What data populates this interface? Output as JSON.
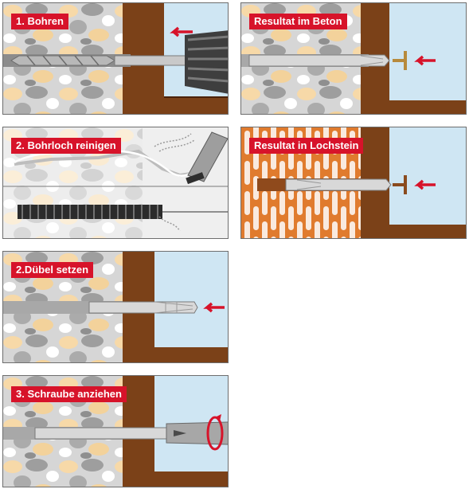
{
  "panels": {
    "bohren": {
      "label": "1. Bohren"
    },
    "reinigen": {
      "label": "2. Bohrloch reinigen"
    },
    "setzen": {
      "label": "2.Dübel setzen"
    },
    "schraube": {
      "label": "3. Schraube anziehen"
    },
    "beton": {
      "label": "Resultat im Beton"
    },
    "lochstein": {
      "label": "Resultat in Lochstein"
    }
  },
  "colors": {
    "label_bg": "#d7132a",
    "arrow": "#d7132a",
    "wood": "#8a4b1e",
    "brick": "#d9782f",
    "glass": "#cfe6f3"
  }
}
